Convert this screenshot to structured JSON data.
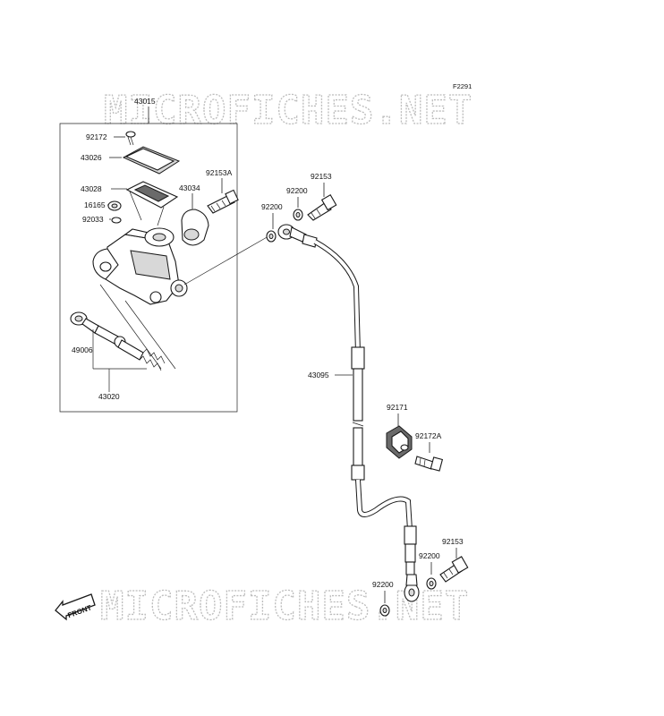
{
  "figure_code": "F2291",
  "watermark_text": "MICROFICHES.NET",
  "front_arrow_text": "FRONT",
  "parts": {
    "p43015": "43015",
    "p92172": "92172",
    "p43026": "43026",
    "p43028": "43028",
    "p43034": "43034",
    "p16165": "16165",
    "p92033": "92033",
    "p49006": "49006",
    "p43020": "43020",
    "p92153A": "92153A",
    "p92200_top_left": "92200",
    "p92200_top_right": "92200",
    "p92153_top": "92153",
    "p43095": "43095",
    "p92171": "92171",
    "p92172A": "92172A",
    "p92153_bottom": "92153",
    "p92200_bottom_right": "92200",
    "p92200_bottom_left": "92200"
  }
}
